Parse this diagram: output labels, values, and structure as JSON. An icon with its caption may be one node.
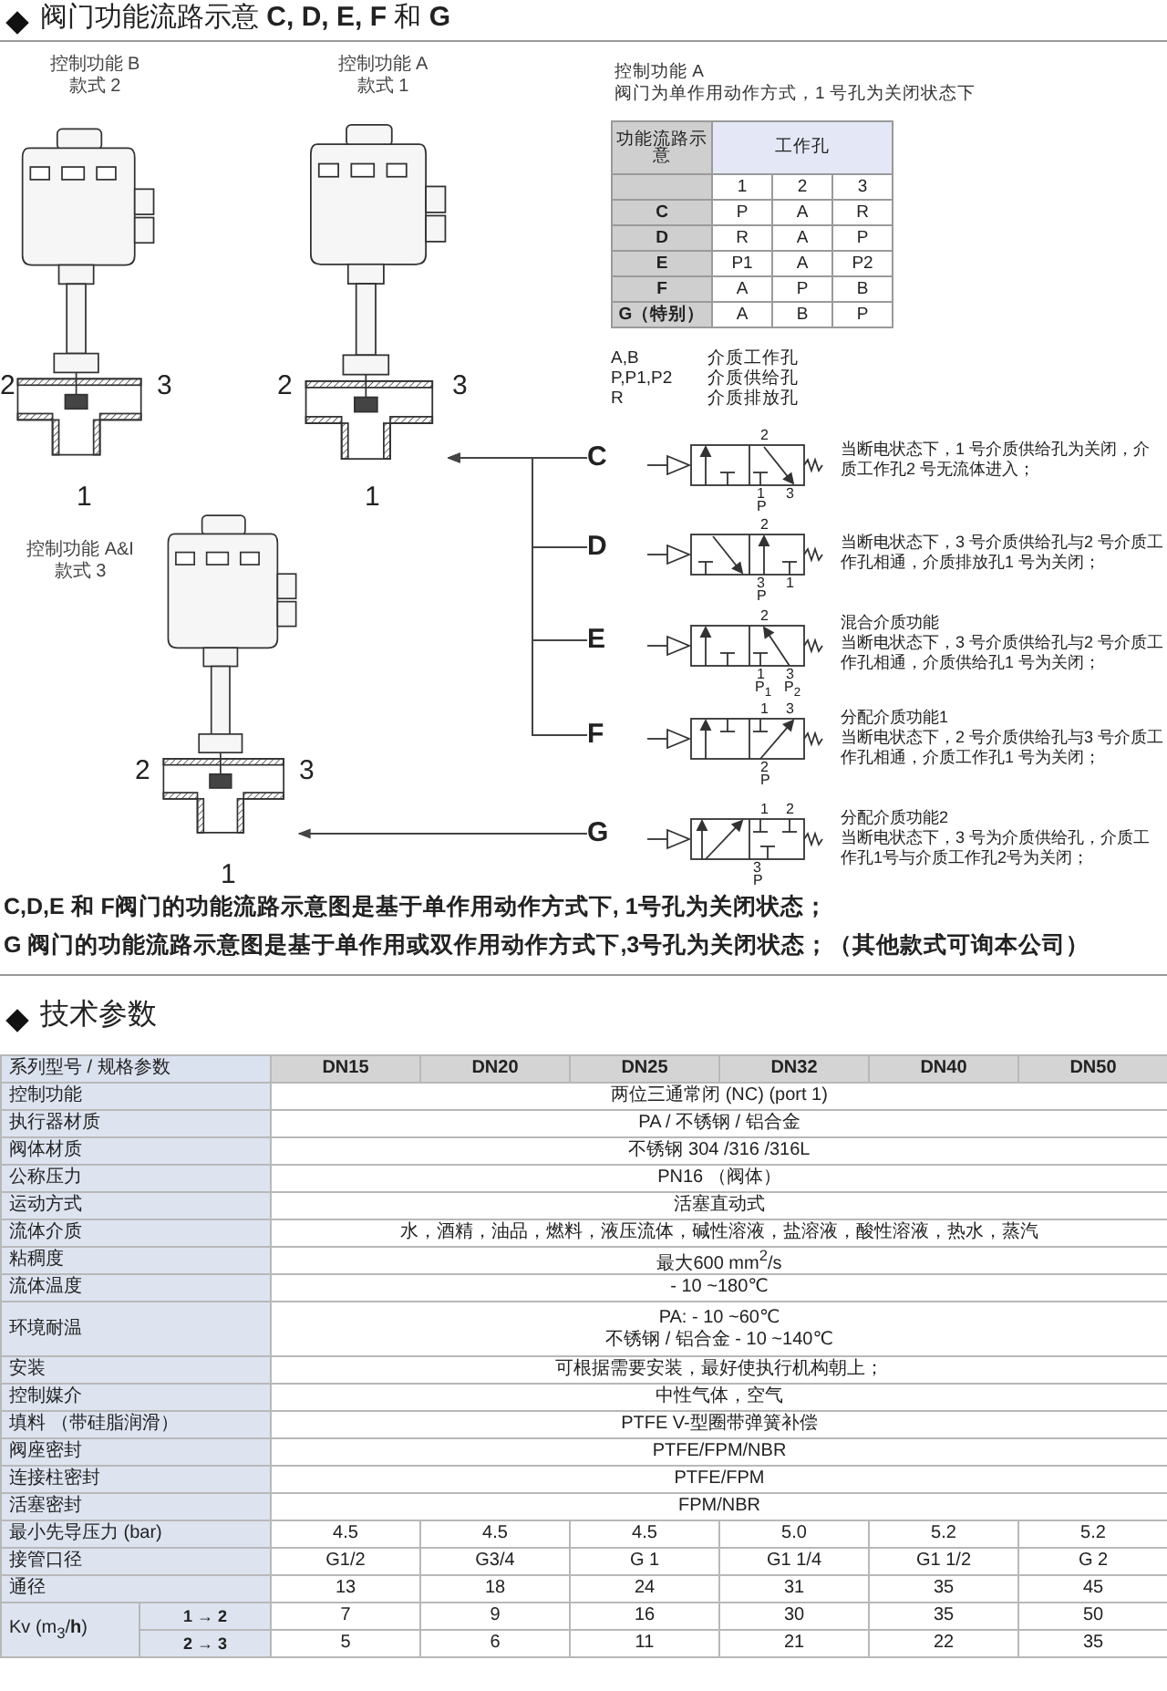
{
  "diagram": {
    "title": "阀门功能流路示意 **C, D, E, F** 和 **G**",
    "nodes": [
      {
        "text": [],
        "shape": "picture",
        "beside": [
          "控制功能 B 款式 2"
        ]
      },
      {
        "text": [],
        "shape": "picture",
        "beside": [
          "控制功能 A 款式 1"
        ]
      },
      {
        "text": [],
        "shape": "picture",
        "beside": [
          "控制功能 A&I 款式 3"
        ]
      },
      {
        "text": [
          "C"
        ]
      },
      {
        "text": [
          "D"
        ]
      },
      {
        "text": [
          "E"
        ]
      },
      {
        "text": [
          "F"
        ]
      },
      {
        "text": [
          "G"
        ]
      },
      {
        "text": [],
        "shape": "picture",
        "beside": [
          "当断电状态下，1 号介质供给孔为关闭，介质工作孔2 号无流体进入；"
        ]
      },
      {
        "text": [],
        "shape": "picture",
        "beside": [
          "当断电状态下，3 号介质供给孔与2 号介质工作孔相通，介质排放孔1 号为关闭；"
        ]
      },
      {
        "text": [],
        "shape": "picture",
        "beside": [
          "混合介质功能",
          "当断电状态下，3 号介质供给孔与2 号介质工作孔相通，介质供给孔1 号为关闭；"
        ]
      },
      {
        "text": [],
        "shape": "picture",
        "beside": [
          "分配介质功能1",
          "当断电状态下，2 号介质供给孔与3 号介质工作孔相通，介质工作孔1 号为关闭；"
        ]
      },
      {
        "text": [],
        "shape": "picture",
        "beside": [
          "分配介质功能2",
          "当断电状态下，3 号为介质供给孔，介质工作孔1号与介质工作孔2号为关闭；"
        ]
      }
    ],
    "edges": [
      {
        "from": 3,
        "to": 1,
        "arrow": "to"
      },
      {
        "from": 4,
        "to": 1,
        "arrow": "to"
      },
      {
        "from": 5,
        "to": 1,
        "arrow": "to"
      },
      {
        "from": 6,
        "to": 1,
        "arrow": "to"
      },
      {
        "from": 7,
        "to": 2,
        "arrow": "to"
      }
    ],
    "labels": [
      "2",
      "3",
      "1",
      "2",
      "3",
      "1",
      "2",
      "3",
      "1",
      "控制功能 A",
      "阀门为单作用动作方式，1 号孔为关闭状态下",
      "功能流路示意",
      "工作孔",
      "1",
      "2",
      "3",
      "C",
      "P",
      "A",
      "R",
      "D",
      "R",
      "A",
      "P",
      "E",
      "P1",
      "A",
      "P2",
      "F",
      "A",
      "P",
      "B",
      "G（特别）",
      "A",
      "B",
      "P",
      "A,B",
      "介质工作孔",
      "P,P1,P2",
      "介质供给孔",
      "R",
      "介质排放孔",
      "2",
      "1",
      "3",
      "P",
      "2",
      "3",
      "1",
      "P",
      "2",
      "1",
      "3",
      "P$_{1}$",
      "P$_{2}$",
      "1",
      "3",
      "2",
      "P",
      "1",
      "2",
      "3",
      "P",
      "C,D,E 和 F阀门的功能流路示意图是基于单作用动作方式下, 1号孔为关闭状态；",
      "G 阀门的功能流路示意图是基于单作用或双作用动作方式下,3号孔为关闭状态；（其他款式可询本公司）",
      "技术参数",
      "系列型号 / 规格参数",
      "DN15",
      "DN20",
      "DN25",
      "DN32",
      "DN40",
      "DN50",
      "控制功能",
      "两位三通常闭 (NC) (port 1)",
      "执行器材质",
      "PA / 不锈钢 / 铝合金",
      "阀体材质",
      "不锈钢 304 /316 /316L",
      "公称压力",
      "PN16 （阀体）",
      "运动方式",
      "活塞直动式",
      "流体介质",
      "水，酒精，油品，燃料，液压流体，碱性溶液，盐溶液，酸性溶液，热水，蒸汽",
      "粘稠度",
      "最大600 mm$^{2}$/s",
      "流体温度",
      "- 10 ~180℃",
      "环境耐温",
      "PA: - 10 ~60℃",
      "不锈钢 / 铝合金 - 10 ~140℃",
      "安装",
      "可根据需要安装，最好使执行机构朝上；",
      "控制媒介",
      "中性气体，空气",
      "填料 （带硅脂润滑）",
      "PTFE V-型圈带弹簧补偿",
      "阀座密封",
      "PTFE/FPM/NBR",
      "连接柱密封",
      "PTFE/FPM",
      "活塞密封",
      "FPM/NBR",
      "最小先导压力 (bar)",
      "4.5",
      "4.5",
      "4.5",
      "5.0",
      "5.2",
      "5.2",
      "接管口径",
      "G1/2",
      "G3/4",
      "G 1",
      "G1 1/4",
      "G1 1/2",
      "G 2",
      "通径",
      "13",
      "18",
      "24",
      "31",
      "35",
      "45",
      "Kv (m$_{3}$/**h**)",
      "1 → 2",
      "7",
      "9",
      "16",
      "30",
      "35",
      "50",
      "2 → 3",
      "5",
      "6",
      "11",
      "21",
      "22",
      "35"
    ]
  }
}
